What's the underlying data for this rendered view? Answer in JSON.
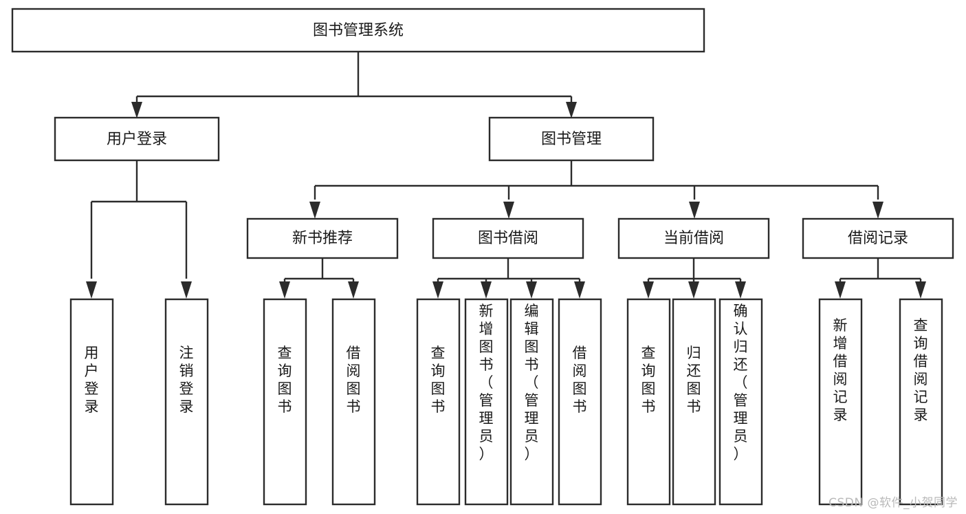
{
  "diagram": {
    "type": "tree",
    "title": "图书管理系统",
    "watermark": "CSDN @软件_小贺同学",
    "colors": {
      "stroke": "#2b2b2b",
      "fill": "#ffffff",
      "text": "#1a1a1a",
      "watermark": "#b9b9b9",
      "background": "#ffffff"
    },
    "levels": {
      "root": {
        "label": "图书管理系统"
      },
      "level2": [
        {
          "id": "user-login",
          "label": "用户登录"
        },
        {
          "id": "book-manage",
          "label": "图书管理"
        }
      ],
      "level3": [
        {
          "id": "new-book-recommend",
          "label": "新书推荐",
          "parent": "book-manage"
        },
        {
          "id": "book-borrow",
          "label": "图书借阅",
          "parent": "book-manage"
        },
        {
          "id": "current-borrow",
          "label": "当前借阅",
          "parent": "book-manage"
        },
        {
          "id": "borrow-record",
          "label": "借阅记录",
          "parent": "book-manage"
        }
      ],
      "leaves": [
        {
          "id": "leaf-user-login",
          "label": "用户登录",
          "parent": "user-login"
        },
        {
          "id": "leaf-logout-login",
          "label": "注销登录",
          "parent": "user-login"
        },
        {
          "id": "leaf-query-book-1",
          "label": "查询图书",
          "parent": "new-book-recommend"
        },
        {
          "id": "leaf-borrow-book-1",
          "label": "借阅图书",
          "parent": "new-book-recommend"
        },
        {
          "id": "leaf-query-book-2",
          "label": "查询图书",
          "parent": "book-borrow"
        },
        {
          "id": "leaf-add-book",
          "label": "新增图书（管理员）",
          "parent": "book-borrow"
        },
        {
          "id": "leaf-edit-book",
          "label": "编辑图书（管理员）",
          "parent": "book-borrow"
        },
        {
          "id": "leaf-borrow-book-2",
          "label": "借阅图书",
          "parent": "book-borrow"
        },
        {
          "id": "leaf-query-book-3",
          "label": "查询图书",
          "parent": "current-borrow"
        },
        {
          "id": "leaf-return-book",
          "label": "归还图书",
          "parent": "current-borrow"
        },
        {
          "id": "leaf-confirm-return",
          "label": "确认归还（管理员）",
          "parent": "current-borrow"
        },
        {
          "id": "leaf-add-record",
          "label": "新增借阅记录",
          "parent": "borrow-record"
        },
        {
          "id": "leaf-query-record",
          "label": "查询借阅记录",
          "parent": "borrow-record"
        }
      ]
    }
  }
}
